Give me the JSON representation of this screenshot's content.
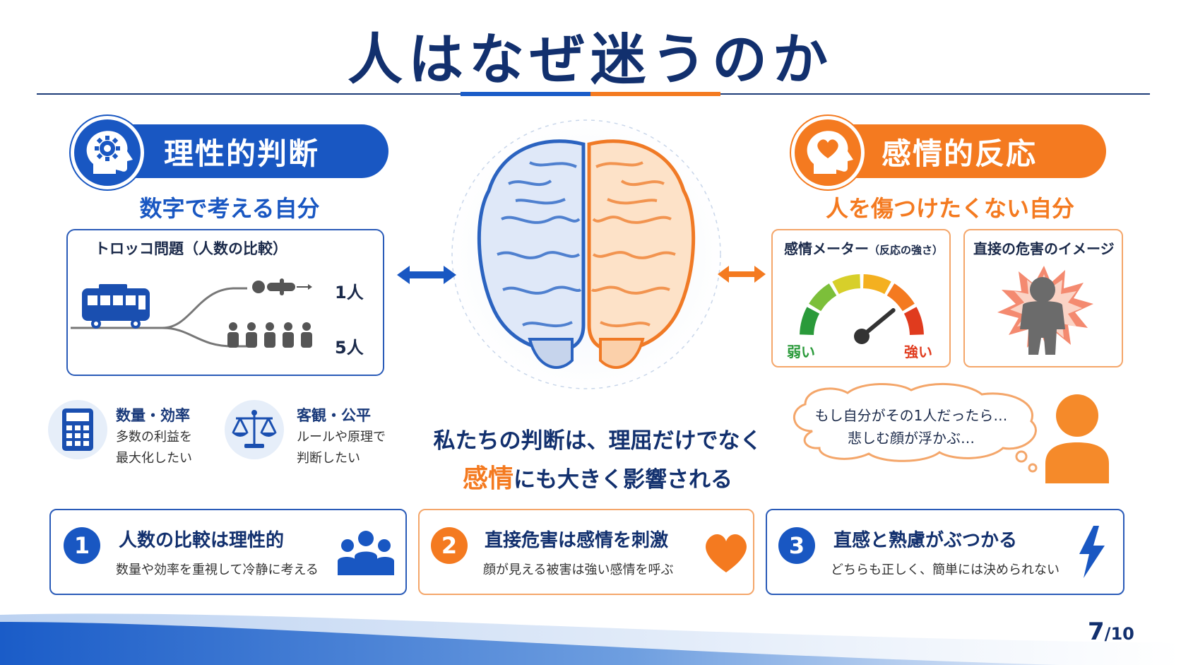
{
  "title": "人はなぜ迷うのか",
  "rational": {
    "label": "理性的判断",
    "subtitle": "数字で考える自分",
    "trolley_title": "トロッコ問題（人数の比較）",
    "one": "1人",
    "five": "5人",
    "features": [
      {
        "head": "数量・効率",
        "line1": "多数の利益を",
        "line2": "最大化したい"
      },
      {
        "head": "客観・公平",
        "line1": "ルールや原理で",
        "line2": "判断したい"
      }
    ]
  },
  "emotional": {
    "label": "感情的反応",
    "subtitle": "人を傷つけたくない自分",
    "meter_title": "感情メーター",
    "meter_sub": "（反応の強さ）",
    "meter_level": 0.78,
    "weak": "弱い",
    "strong": "強い",
    "harm_title": "直接の危害のイメージ",
    "thought_line1": "もし自分がその1人だったら…",
    "thought_line2": "悲しむ顔が浮かぶ…"
  },
  "center": {
    "line1": "私たちの判断は、理屈だけでなく",
    "highlight": "感情",
    "line2_rest": "にも大きく影響される"
  },
  "cards": [
    {
      "num": "1",
      "head": "人数の比較は理性的",
      "body": "数量や効率を重視して冷静に考える"
    },
    {
      "num": "2",
      "head": "直接危害は感情を刺激",
      "body": "顔が見える被害は強い感情を呼ぶ"
    },
    {
      "num": "3",
      "head": "直感と熟慮がぶつかる",
      "body": "どちらも正しく、簡単には決められない"
    }
  ],
  "page": {
    "current": "7",
    "total": "/10"
  },
  "colors": {
    "blue": "#1957c2",
    "navy": "#12306e",
    "orange": "#f47a20"
  }
}
